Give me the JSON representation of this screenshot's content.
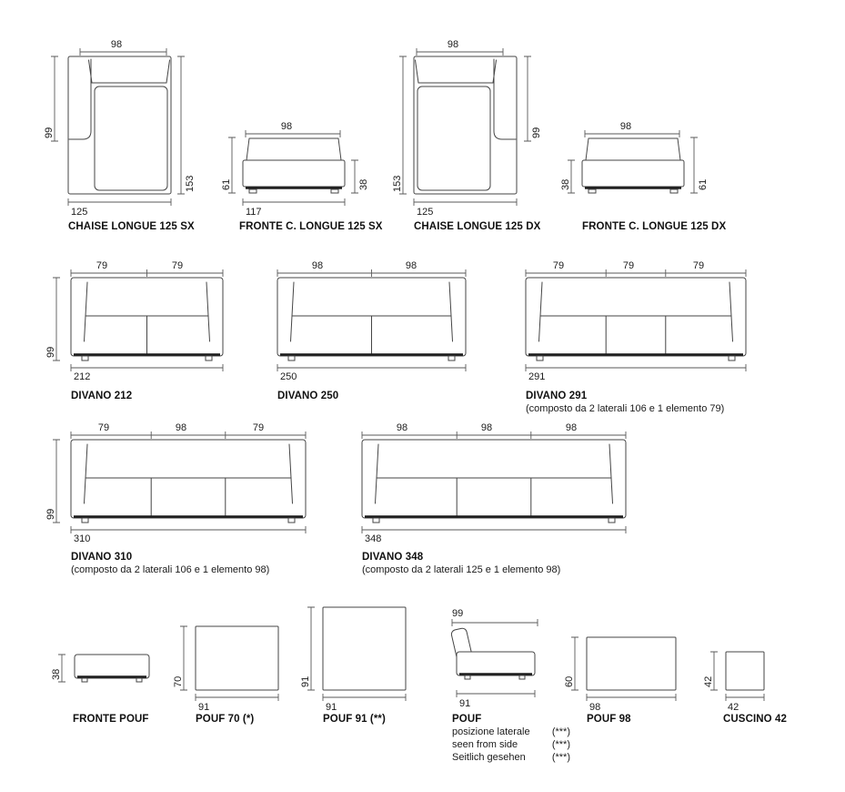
{
  "sheet_colors": {
    "ink": "#3f3f3f",
    "text": "#1a1a1a",
    "background": "#ffffff"
  },
  "diagrams": {
    "chaise_sx": {
      "title": "CHAISE LONGUE 125 SX",
      "dim_top": "98",
      "dim_left": "99",
      "dim_right": "153",
      "dim_bottom": "125"
    },
    "fronte_sx": {
      "title": "FRONTE C. LONGUE 125 SX",
      "dim_top": "98",
      "dim_left": "61",
      "dim_right": "38",
      "dim_bottom": "117"
    },
    "chaise_dx": {
      "title": "CHAISE LONGUE 125 DX",
      "dim_top": "98",
      "dim_left": "153",
      "dim_right": "99",
      "dim_bottom": "125"
    },
    "fronte_dx": {
      "title": "FRONTE C. LONGUE 125 DX",
      "dim_top": "98",
      "dim_left": "38",
      "dim_right": "61"
    },
    "divano_212": {
      "title": "DIVANO 212",
      "dims_top": [
        "79",
        "79"
      ],
      "dim_left": "99",
      "dim_bottom": "212"
    },
    "divano_250": {
      "title": "DIVANO 250",
      "dims_top": [
        "98",
        "98"
      ],
      "dim_bottom": "250"
    },
    "divano_291": {
      "title": "DIVANO 291",
      "caption": "(composto da 2 laterali 106 e 1 elemento 79)",
      "dims_top": [
        "79",
        "79",
        "79"
      ],
      "dim_bottom": "291"
    },
    "divano_310": {
      "title": "DIVANO 310",
      "caption": "(composto da 2 laterali 106 e 1 elemento 98)",
      "dims_top": [
        "79",
        "98",
        "79"
      ],
      "dim_left": "99",
      "dim_bottom": "310"
    },
    "divano_348": {
      "title": "DIVANO 348",
      "caption": "(composto da 2 laterali 125 e 1 elemento 98)",
      "dims_top": [
        "98",
        "98",
        "98"
      ],
      "dim_bottom": "348"
    },
    "fronte_pouf": {
      "title": "FRONTE POUF",
      "dim_left": "38"
    },
    "pouf_70": {
      "title": "POUF 70 (*)",
      "dim_left": "70",
      "dim_bottom": "91"
    },
    "pouf_91": {
      "title": "POUF 91 (**)",
      "dim_left": "91",
      "dim_bottom": "91"
    },
    "pouf_side": {
      "title": "POUF",
      "dim_top": "99",
      "dim_bottom": "91",
      "notes": [
        {
          "label": "posizione laterale",
          "mark": "(***)"
        },
        {
          "label": "seen from side",
          "mark": "(***)"
        },
        {
          "label": "Seitlich gesehen",
          "mark": "(***)"
        }
      ]
    },
    "pouf_98": {
      "title": "POUF 98",
      "dim_left": "60",
      "dim_bottom": "98"
    },
    "cuscino_42": {
      "title": "CUSCINO 42",
      "dim_left": "42",
      "dim_bottom": "42"
    }
  }
}
